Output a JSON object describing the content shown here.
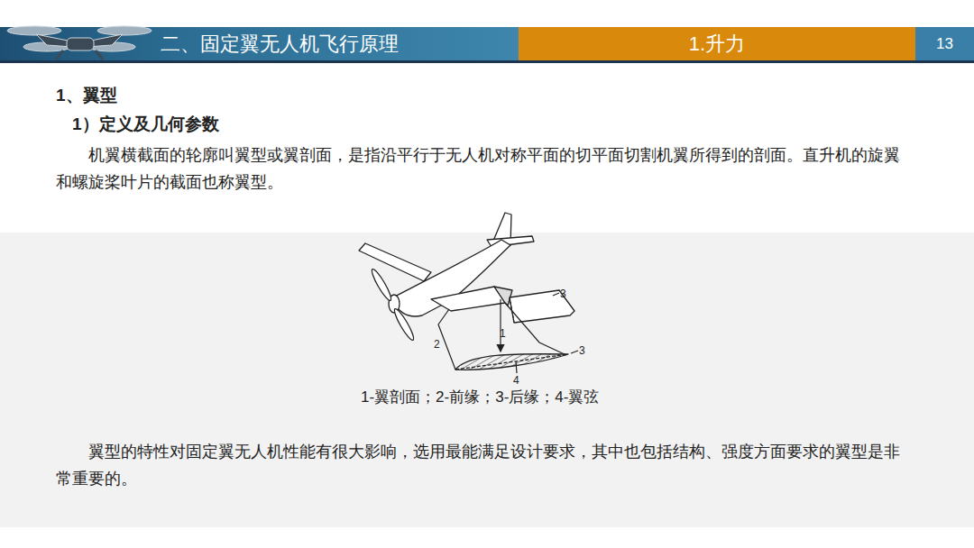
{
  "diagram": {
    "caption": "1-翼剖面；2-前缘；3-后缘；4-翼弦",
    "nodes": [
      {
        "text": [
          "二、固定翼无人机飞行原理"
        ]
      },
      {
        "text": [
          "1.升力"
        ]
      },
      {
        "text": [
          "13"
        ]
      }
    ],
    "labels": [
      "1、翼型",
      "1）定义及几何参数",
      "机翼横截面的轮廓叫翼型或翼剖面，是指沿平行于无人机对称平面的切平面切割机翼所得到的剖面。直升机的旋翼和螺旋桨叶片的截面也称翼型。",
      "1",
      "2",
      "3",
      "3",
      "4",
      "翼型的特性对固定翼无人机性能有很大影响，选用最能满足设计要求，其中也包括结构、强度方面要求的翼型是非常重要的。"
    ]
  }
}
